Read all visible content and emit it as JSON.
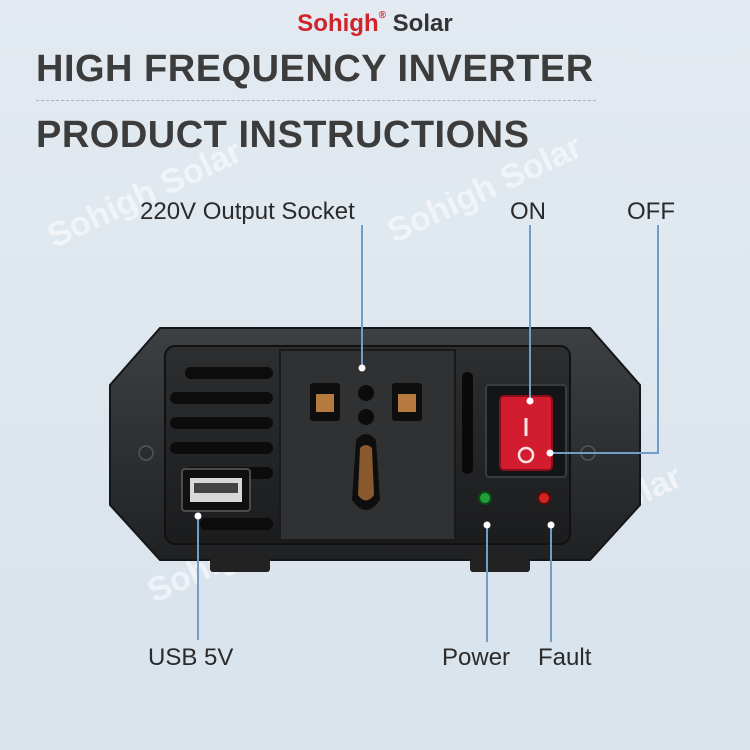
{
  "brand": {
    "part1": "Sohigh",
    "registered": "®",
    "part2": "Solar"
  },
  "titles": {
    "line1": "HIGH FREQUENCY INVERTER",
    "line2": "PRODUCT INSTRUCTIONS"
  },
  "watermark": "Sohigh Solar",
  "labels": {
    "output_socket": "220V Output Socket",
    "on": "ON",
    "off": "OFF",
    "usb": "USB 5V",
    "power": "Power",
    "fault": "Fault"
  },
  "colors": {
    "callout_line": "#6f9fc9",
    "switch": "#d21c2f",
    "power_led": "#1fa03a",
    "fault_led": "#d22222"
  }
}
